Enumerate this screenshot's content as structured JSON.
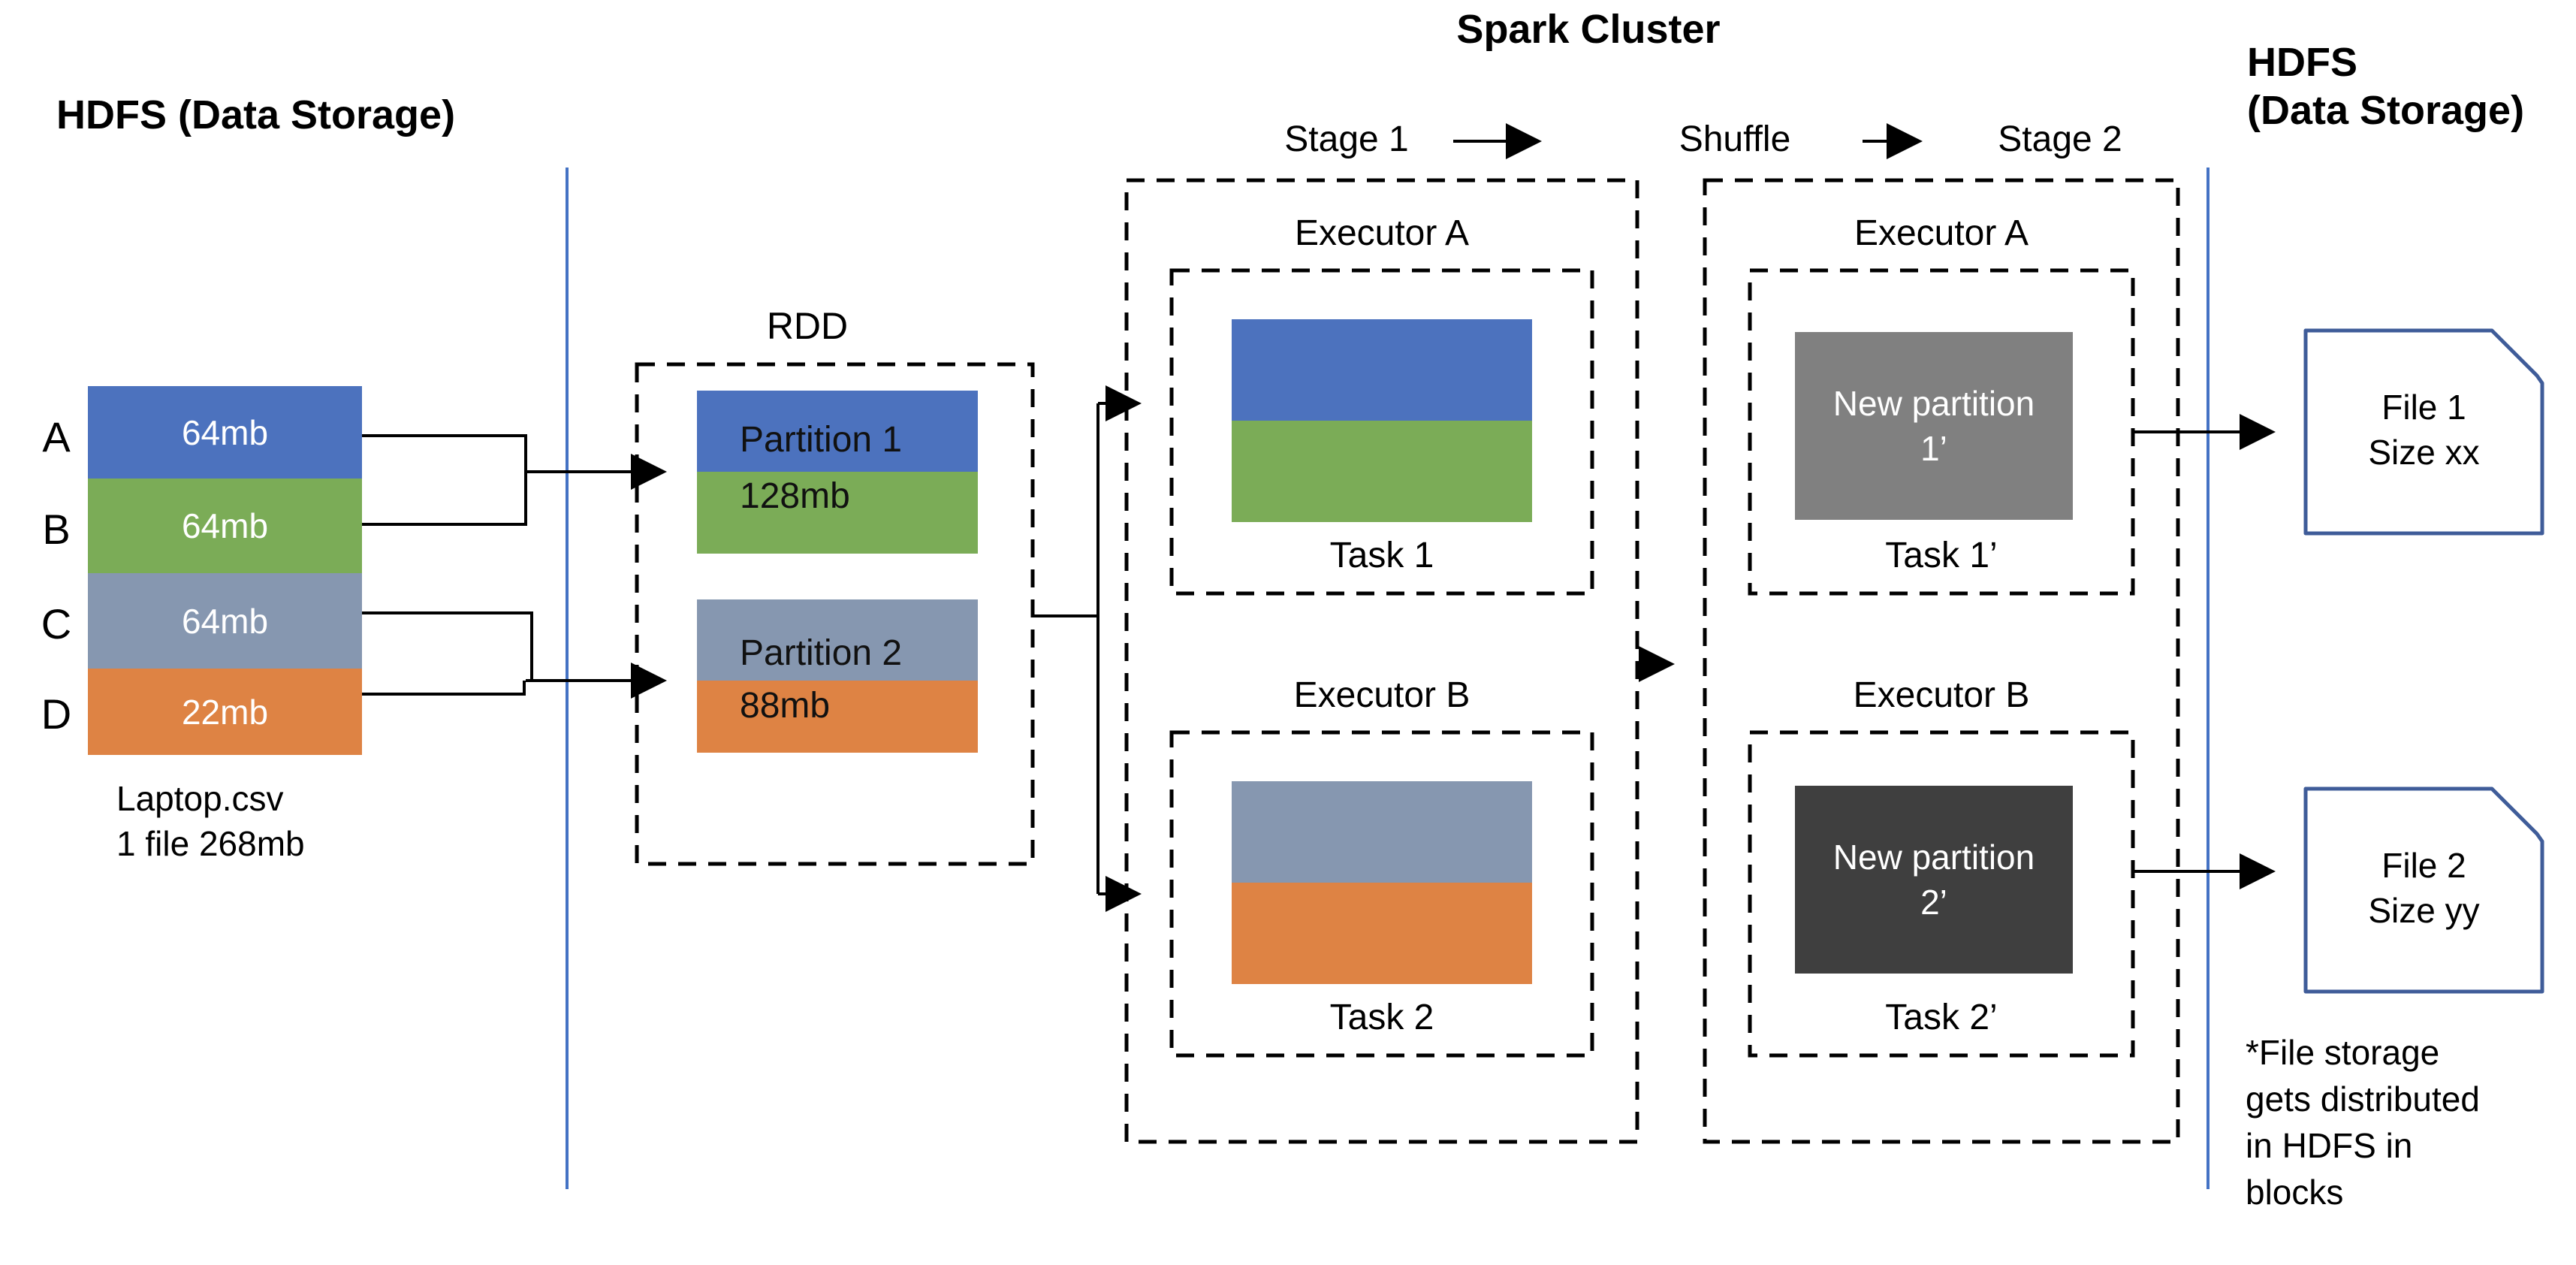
{
  "colors": {
    "block_blue": "#4C72BE",
    "block_green": "#7BAC57",
    "block_gray": "#8697B0",
    "block_orange": "#DE8344",
    "new_partition_gray": "#808080",
    "new_partition_dark": "#3F3F3F",
    "file_border_blue": "#3F5C99",
    "separator_blue": "#4472C4",
    "connector_black": "#000000"
  },
  "left_hdfs": {
    "title": "HDFS (Data Storage)",
    "blocks": [
      {
        "label": "A",
        "size": "64mb",
        "color": "#4C72BE"
      },
      {
        "label": "B",
        "size": "64mb",
        "color": "#7BAC57"
      },
      {
        "label": "C",
        "size": "64mb",
        "color": "#8697B0"
      },
      {
        "label": "D",
        "size": "22mb",
        "color": "#DE8344"
      }
    ],
    "caption_line1": "Laptop.csv",
    "caption_line2": "1 file 268mb"
  },
  "rdd": {
    "title": "RDD",
    "partitions": [
      {
        "name": "Partition 1",
        "size": "128mb"
      },
      {
        "name": "Partition 2",
        "size": "88mb"
      }
    ]
  },
  "spark_cluster": {
    "title": "Spark Cluster",
    "stage1_label": "Stage 1",
    "shuffle_label": "Shuffle",
    "stage2_label": "Stage 2",
    "stage1": {
      "executors": [
        {
          "name": "Executor A",
          "task": "Task 1"
        },
        {
          "name": "Executor B",
          "task": "Task 2"
        }
      ]
    },
    "stage2": {
      "executors": [
        {
          "name": "Executor A",
          "partition_line1": "New partition",
          "partition_line2": "1’",
          "task": "Task 1’"
        },
        {
          "name": "Executor B",
          "partition_line1": "New partition",
          "partition_line2": "2’",
          "task": "Task 2’"
        }
      ]
    }
  },
  "right_hdfs": {
    "title_line1": "HDFS",
    "title_line2": "(Data Storage)",
    "files": [
      {
        "name": "File 1",
        "size": "Size xx"
      },
      {
        "name": "File 2",
        "size": "Size yy"
      }
    ],
    "note": "*File storage\ngets distributed\nin HDFS in\nblocks"
  }
}
